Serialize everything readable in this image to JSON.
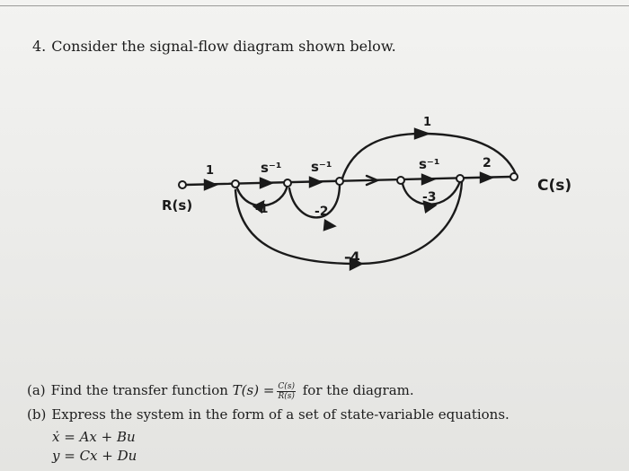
{
  "question": {
    "number": "4.",
    "text": "Consider the signal-flow diagram shown below."
  },
  "diagram": {
    "input_label": "R(s)",
    "output_label": "C(s)",
    "forward_gains": [
      "1",
      "s⁻¹",
      "s⁻¹",
      "s⁻¹",
      "2"
    ],
    "top_branch_gain": "1",
    "feedback_gains": [
      "-1",
      "-2",
      "-3"
    ],
    "outer_feedback_gain": "-4"
  },
  "part_a": {
    "label": "(a)",
    "text_before": "Find the transfer function",
    "tf_lhs": "T(s) =",
    "frac_num": "C(s)",
    "frac_den": "R(s)",
    "text_after": "for the diagram."
  },
  "part_b": {
    "label": "(b)",
    "text": "Express the system in the form of a set of state-variable equations."
  },
  "equations": {
    "state": "ẋ = Ax + Bu",
    "output": "y = Cx + Du"
  }
}
